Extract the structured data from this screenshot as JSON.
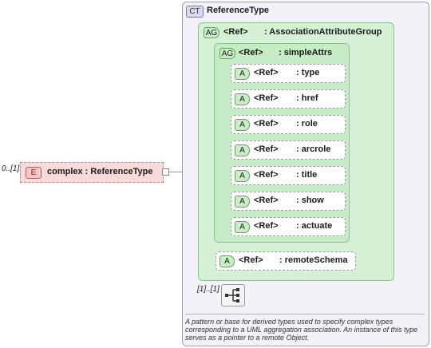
{
  "element": {
    "occurs": "0..[1]",
    "badge": "E",
    "label": "complex : ReferenceType"
  },
  "complex_type": {
    "badge": "CT",
    "name": "ReferenceType"
  },
  "attribute_group_outer": {
    "badge": "AG",
    "ref": "<Ref>",
    "name": ": AssociationAttributeGroup"
  },
  "attribute_group_inner": {
    "badge": "AG",
    "ref": "<Ref>",
    "name": ": simpleAttrs"
  },
  "attributes": [
    {
      "badge": "A",
      "ref": "<Ref>",
      "name": ": type"
    },
    {
      "badge": "A",
      "ref": "<Ref>",
      "name": ": href"
    },
    {
      "badge": "A",
      "ref": "<Ref>",
      "name": ": role"
    },
    {
      "badge": "A",
      "ref": "<Ref>",
      "name": ": arcrole"
    },
    {
      "badge": "A",
      "ref": "<Ref>",
      "name": ": title"
    },
    {
      "badge": "A",
      "ref": "<Ref>",
      "name": ": show"
    },
    {
      "badge": "A",
      "ref": "<Ref>",
      "name": ": actuate"
    }
  ],
  "remote_schema": {
    "badge": "A",
    "ref": "<Ref>",
    "name": ": remoteSchema"
  },
  "sequence": {
    "occurs": "[1]..[1]",
    "icon": "sequence-compositor-icon"
  },
  "description": "A pattern or base for derived types used to specify complex types corresponding to a UML aggregation association.  An instance of this type serves as a pointer to a remote Object.",
  "colors": {
    "element_fill": "#fbdada",
    "complex_type_fill": "#f2f2f8",
    "group_fill": "#d6f2d6",
    "attribute_badge": "#c8eec8"
  }
}
